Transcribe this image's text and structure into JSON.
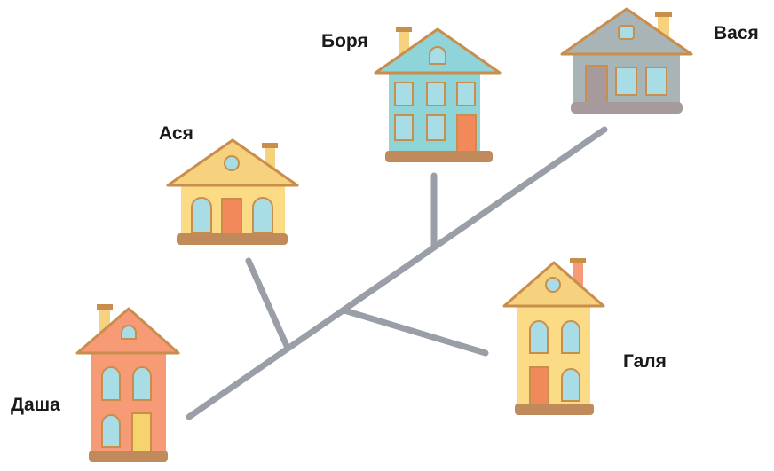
{
  "houses": {
    "borya": {
      "name": "Боря"
    },
    "vasya": {
      "name": "Вася"
    },
    "asya": {
      "name": "Ася"
    },
    "galya": {
      "name": "Галя"
    },
    "dasha": {
      "name": "Даша"
    }
  },
  "colors": {
    "road": "#9a9ea6",
    "roof": "#f6d27e",
    "roof_stroke": "#c98e4c",
    "borya_wall": "#8fd4d9",
    "vasya_wall": "#a9b4b6",
    "vasya_roof": "#a9b4b6",
    "asya_wall": "#fbdb86",
    "galya_wall": "#fbdb86",
    "dasha_wall": "#f79a76",
    "dasha_roof": "#f79a76",
    "window": "#a8dde6",
    "door_orange": "#f2895a",
    "door_yellow": "#f7d36d",
    "base": "#c08a5a",
    "chimney": "#f6d27e"
  }
}
